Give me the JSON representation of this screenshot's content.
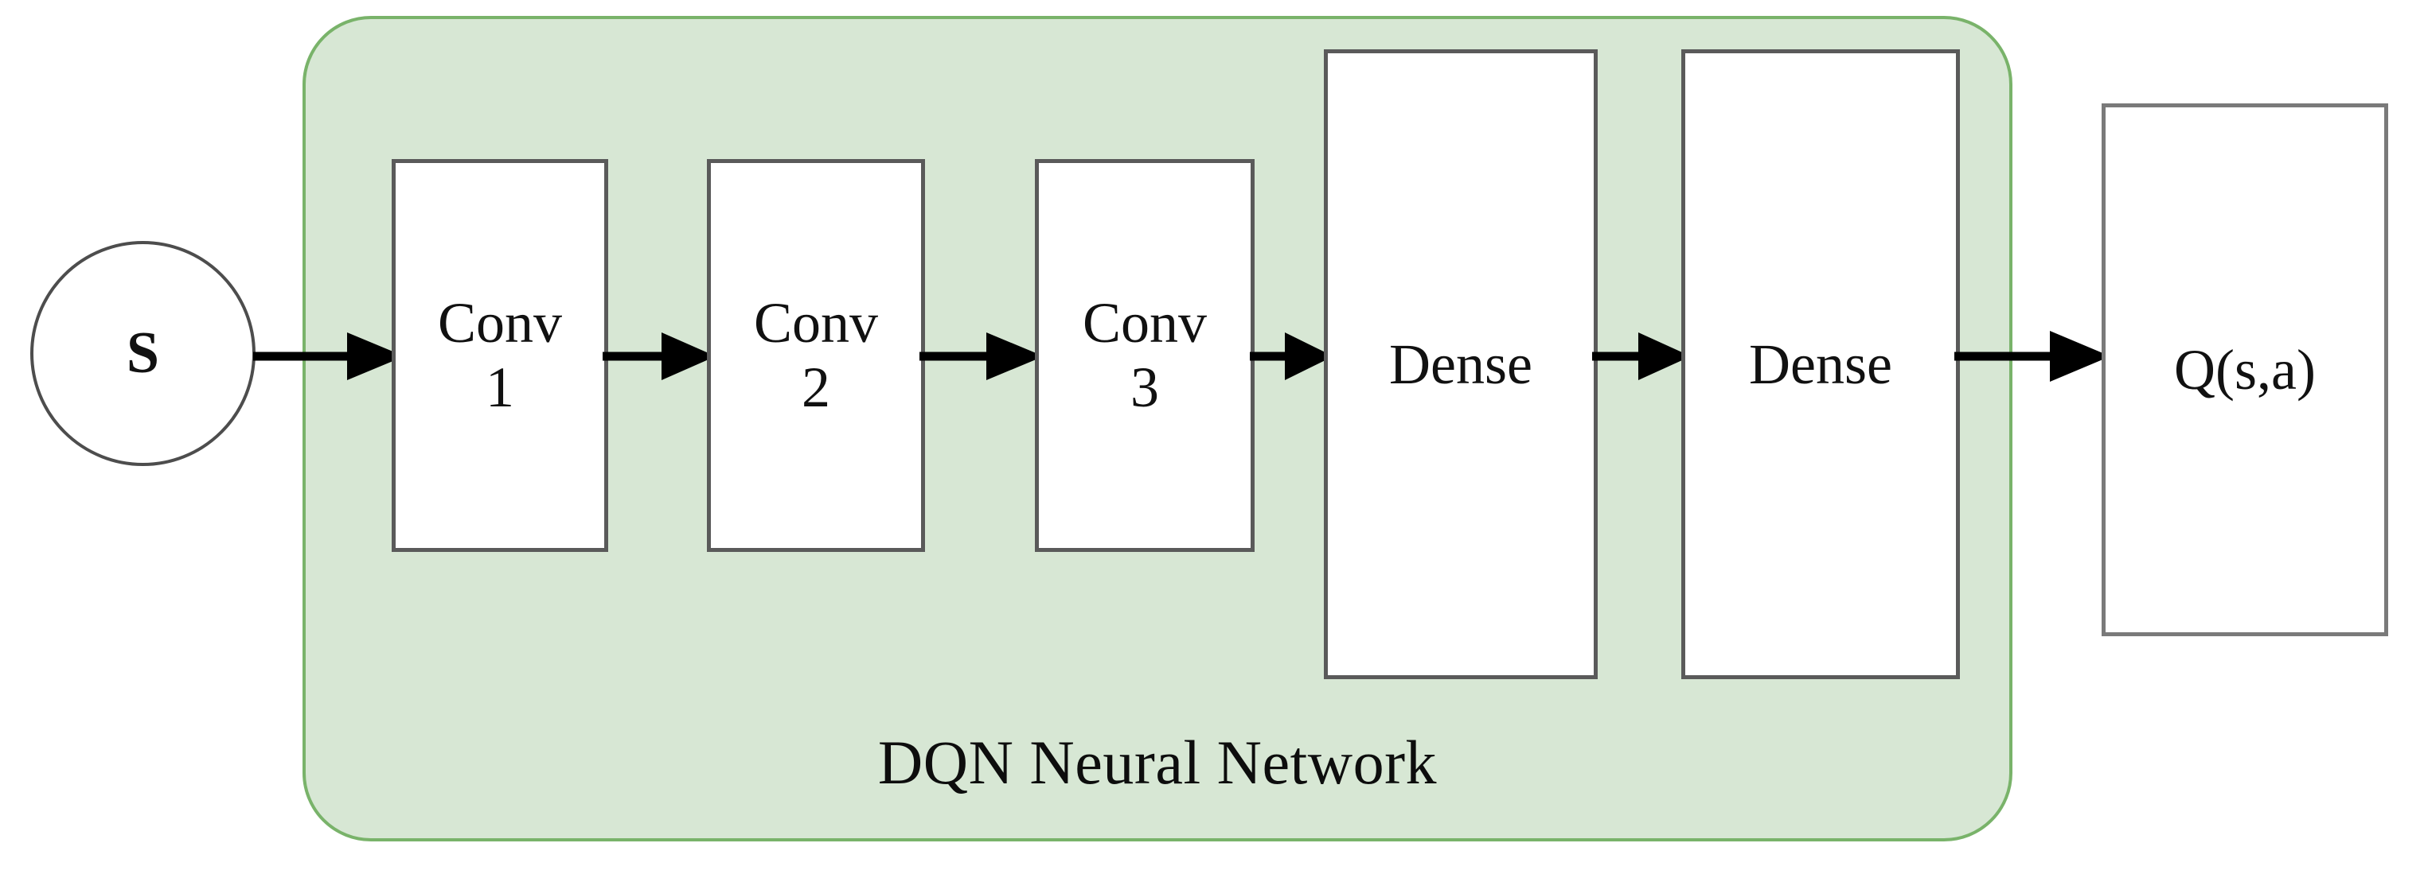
{
  "diagram": {
    "title": "DQN Neural Network",
    "background_color": "#ffffff",
    "panel": {
      "caption": "DQN Neural Network",
      "fill_color": "#d7e7d4",
      "border_color": "#79b36a"
    },
    "input_node": {
      "label": "S",
      "shape": "circle",
      "border_color": "#4d4d4d"
    },
    "layers": [
      {
        "id": "conv1",
        "label": "Conv\n1",
        "type": "convolution"
      },
      {
        "id": "conv2",
        "label": "Conv\n2",
        "type": "convolution"
      },
      {
        "id": "conv3",
        "label": "Conv\n3",
        "type": "convolution"
      },
      {
        "id": "dense1",
        "label": "Dense",
        "type": "fully-connected"
      },
      {
        "id": "dense2",
        "label": "Dense",
        "type": "fully-connected"
      }
    ],
    "output_node": {
      "label": "Q(s,a)",
      "shape": "rectangle",
      "border_color": "#7a7a7a"
    },
    "arrows": [
      {
        "id": "state-conv1",
        "from": "S",
        "to": "Conv 1"
      },
      {
        "id": "conv1-conv2",
        "from": "Conv 1",
        "to": "Conv 2"
      },
      {
        "id": "conv2-conv3",
        "from": "Conv 2",
        "to": "Conv 3"
      },
      {
        "id": "conv3-dense1",
        "from": "Conv 3",
        "to": "Dense"
      },
      {
        "id": "dense1-dense2",
        "from": "Dense",
        "to": "Dense"
      },
      {
        "id": "dense2-output",
        "from": "Dense",
        "to": "Q(s,a)"
      }
    ],
    "arrow_color": "#000000",
    "box_fill_color": "#ffffff"
  }
}
